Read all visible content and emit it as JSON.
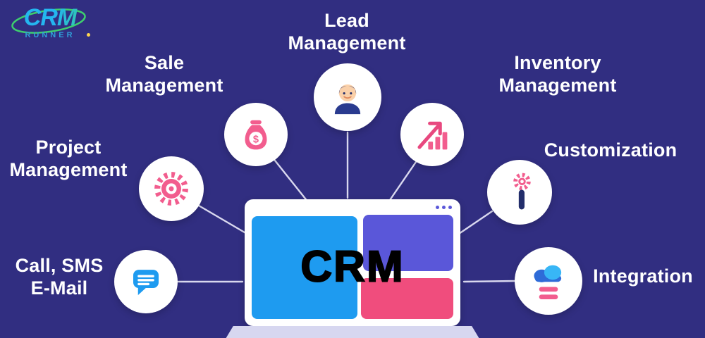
{
  "logo": {
    "text": "CRM",
    "subtext": "RUNNER"
  },
  "center": {
    "title": "CRM"
  },
  "features": [
    {
      "id": "lead-management",
      "label": "Lead\nManagement",
      "icon": "person-icon"
    },
    {
      "id": "sale-management",
      "label": "Sale\nManagement",
      "icon": "money-bag-icon"
    },
    {
      "id": "inventory-management",
      "label": "Inventory\nManagement",
      "icon": "growth-chart-icon"
    },
    {
      "id": "project-management",
      "label": "Project\nManagement",
      "icon": "gear-icon"
    },
    {
      "id": "customization",
      "label": "Customization",
      "icon": "gear-tool-icon"
    },
    {
      "id": "call-sms-email",
      "label": "Call, SMS\nE-Mail",
      "icon": "chat-bubble-icon"
    },
    {
      "id": "integration",
      "label": "Integration",
      "icon": "cloud-sync-icon"
    }
  ],
  "colors": {
    "background": "#312e81",
    "label_text": "#ffffff",
    "accent_pink": "#f25d8e",
    "panel_blue": "#1e9bf0",
    "panel_purple": "#5a57d9",
    "panel_pink": "#f04d7d",
    "icon_navy": "#232e6b",
    "cloud_dark_blue": "#2e6bd8",
    "cloud_light_blue": "#38b6f6",
    "connector": "#e2e2f5",
    "badge_background": "#ffffff",
    "laptop_base": "#d7d7f0",
    "crm_text": "#000000"
  }
}
